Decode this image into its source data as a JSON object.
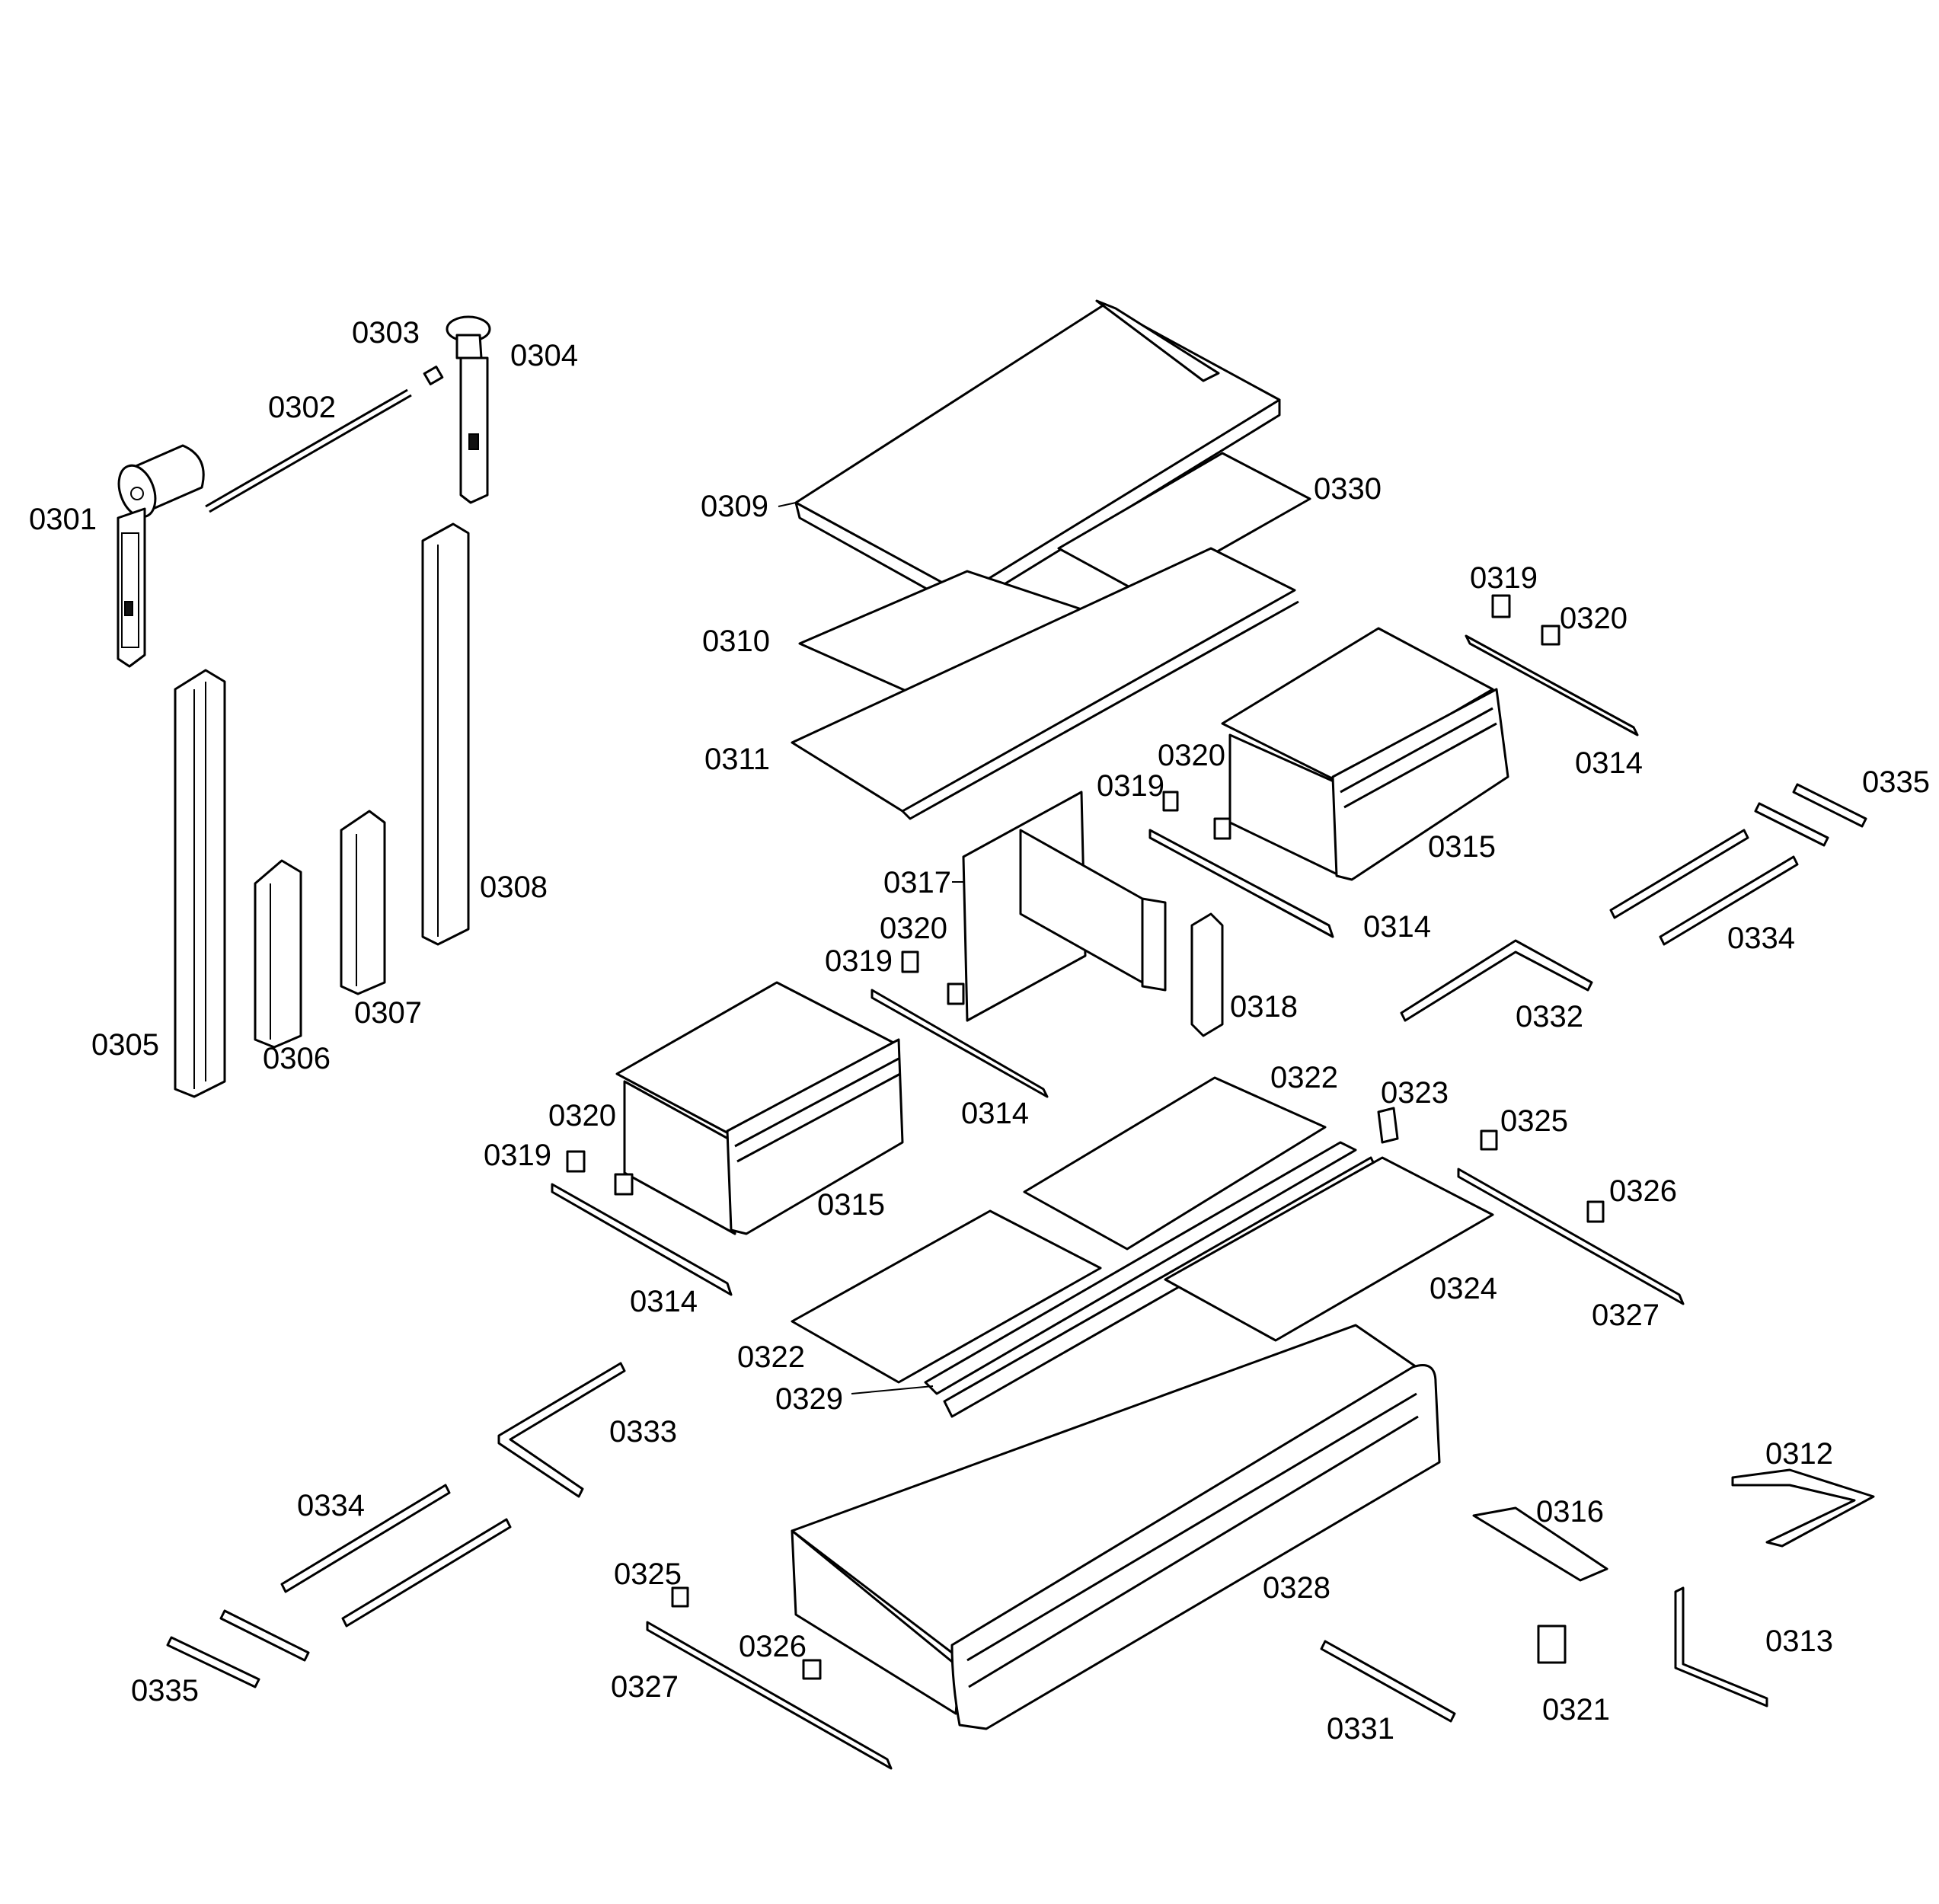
{
  "labels": {
    "p0301": "0301",
    "p0302": "0302",
    "p0303": "0303",
    "p0304": "0304",
    "p0305": "0305",
    "p0306": "0306",
    "p0307": "0307",
    "p0308": "0308",
    "p0309": "0309",
    "p0310": "0310",
    "p0311": "0311",
    "p0312": "0312",
    "p0313": "0313",
    "p0314": "0314",
    "p0315": "0315",
    "p0316": "0316",
    "p0317": "0317",
    "p0318": "0318",
    "p0319": "0319",
    "p0320": "0320",
    "p0321": "0321",
    "p0322": "0322",
    "p0323": "0323",
    "p0324": "0324",
    "p0325": "0325",
    "p0326": "0326",
    "p0327": "0327",
    "p0328": "0328",
    "p0329": "0329",
    "p0330": "0330",
    "p0331": "0331",
    "p0332": "0332",
    "p0333": "0333",
    "p0334": "0334",
    "p0335": "0335"
  }
}
